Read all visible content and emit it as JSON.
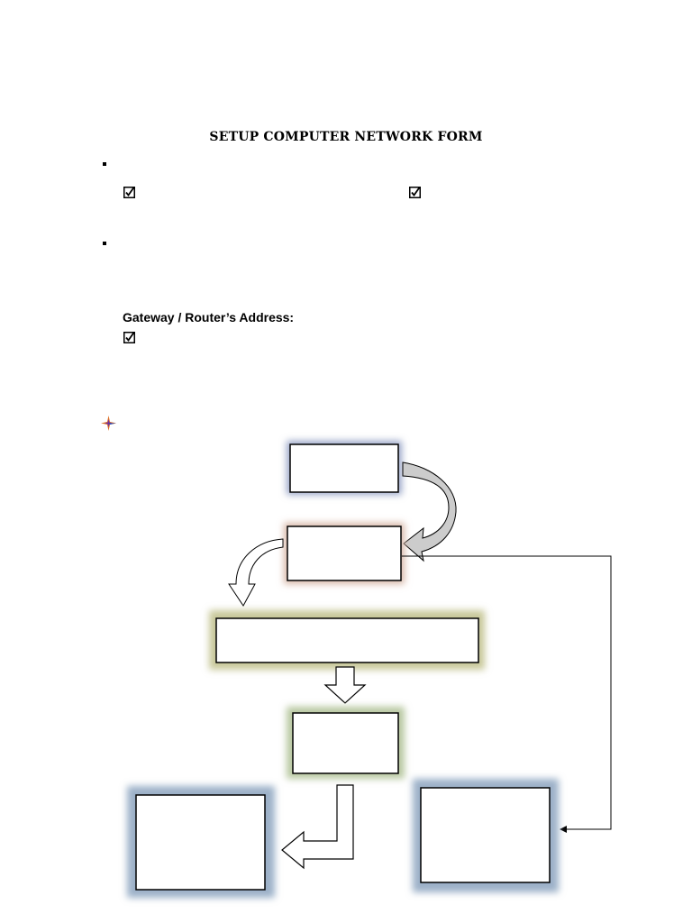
{
  "form": {
    "title": "SETUP COMPUTER NETWORK FORM",
    "gateway_label": "Gateway / Router’s Address:"
  },
  "checkboxes": [
    {
      "name": "checkbox-1",
      "checked": true
    },
    {
      "name": "checkbox-2",
      "checked": true
    },
    {
      "name": "checkbox-gateway",
      "checked": true
    }
  ],
  "icons": {
    "bullet": "square-bullet-icon",
    "checkbox": "checked-box-icon",
    "star": "four-point-star-icon"
  },
  "diagram": {
    "glow_colors": {
      "box_1": "#9aa6c8",
      "box_2": "#d8b8a8",
      "box_3": "#c8c89a",
      "box_4": "#b8c8a0",
      "box_5": "#9bb0c8",
      "box_6": "#9bb0c8"
    },
    "curved_arrow_fill": "#cccccc"
  }
}
